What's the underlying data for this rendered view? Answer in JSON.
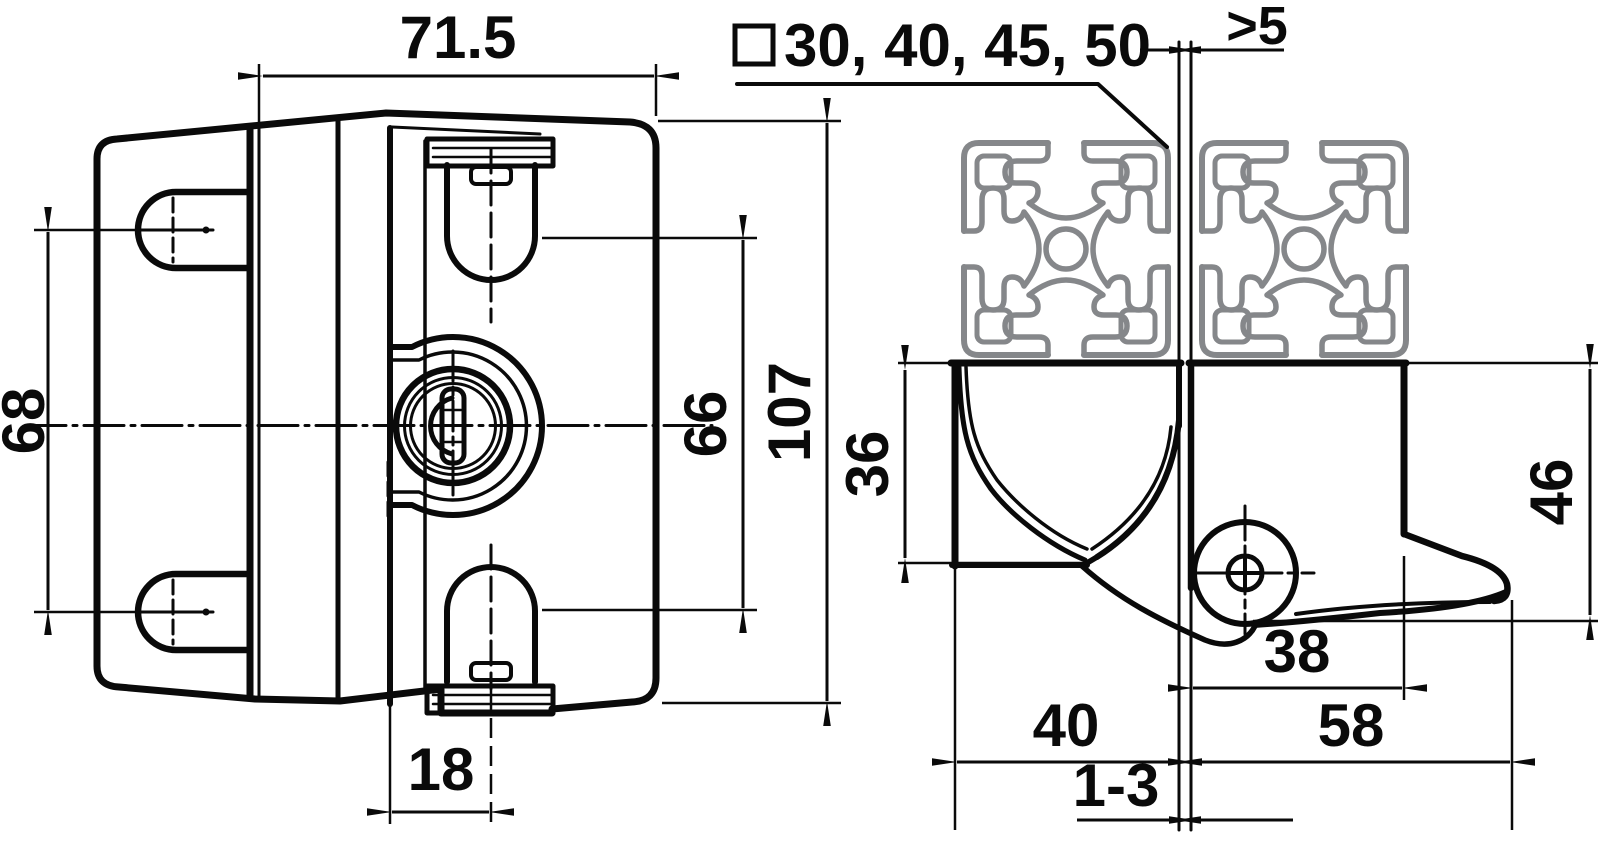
{
  "drawing": {
    "background": "#ffffff",
    "line_color": "#0a0a0a",
    "profile_color": "#85878a",
    "profile_note": {
      "symbol": "square-profile-symbol",
      "sizes_text": "30, 40, 45, 50"
    },
    "front_view": {
      "dims": {
        "overall_width": "71.5",
        "tab_hole_spacing": "68",
        "slot_spacing": "66",
        "overall_height": "107",
        "center_offset": "18"
      }
    },
    "side_view": {
      "dims": {
        "min_engagement": ">5",
        "left_jaw_depth": "36",
        "right_jaw_depth": "46",
        "pivot_offset": "38",
        "left_body_width": "40",
        "right_body_width": "58",
        "panel_gap_range": "1-3"
      }
    }
  }
}
